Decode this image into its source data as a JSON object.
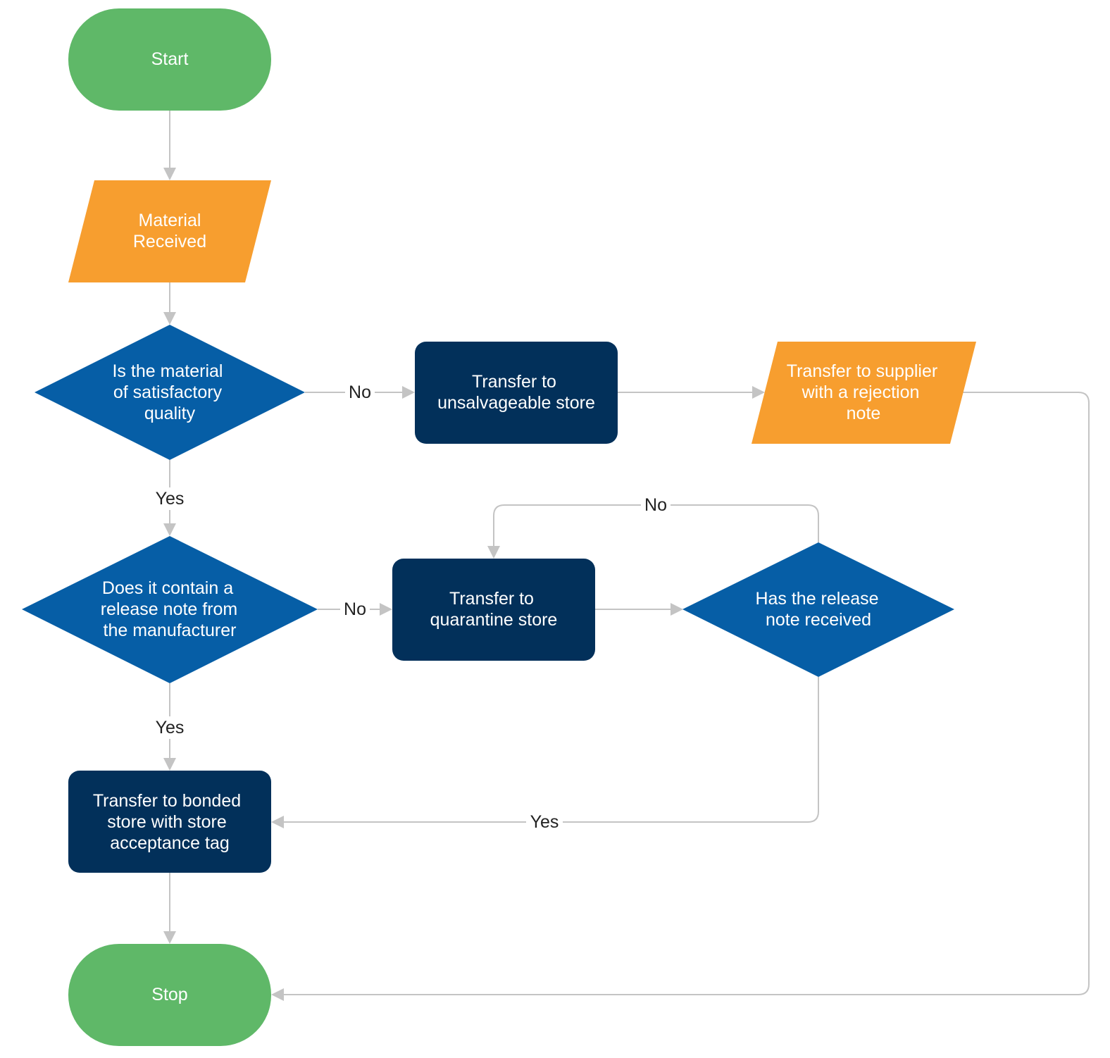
{
  "colors": {
    "terminal": "#5fb868",
    "io": "#f79e2f",
    "process": "#02305a",
    "decision": "#065ea6",
    "connector": "#c4c4c4",
    "text_light": "#ffffff",
    "text_dark": "#222222"
  },
  "nodes": {
    "start": {
      "lines": [
        "Start"
      ]
    },
    "material_received": {
      "lines": [
        "Material",
        "Received"
      ]
    },
    "quality_check": {
      "lines": [
        "Is the material",
        "of satisfactory",
        "quality"
      ]
    },
    "unsalvageable": {
      "lines": [
        "Transfer to",
        "unsalvageable store"
      ]
    },
    "supplier": {
      "lines": [
        "Transfer to supplier",
        "with a rejection",
        "note"
      ]
    },
    "release_check": {
      "lines": [
        "Does it contain a",
        "release note from",
        "the manufacturer"
      ]
    },
    "quarantine": {
      "lines": [
        "Transfer to",
        "quarantine store"
      ]
    },
    "release_received": {
      "lines": [
        "Has the release",
        "note received"
      ]
    },
    "bonded": {
      "lines": [
        "Transfer to bonded",
        "store with store",
        "acceptance tag"
      ]
    },
    "stop": {
      "lines": [
        "Stop"
      ]
    }
  },
  "edges": {
    "quality_no": "No",
    "quality_yes": "Yes",
    "release_no": "No",
    "release_yes": "Yes",
    "received_no": "No",
    "received_yes": "Yes"
  }
}
